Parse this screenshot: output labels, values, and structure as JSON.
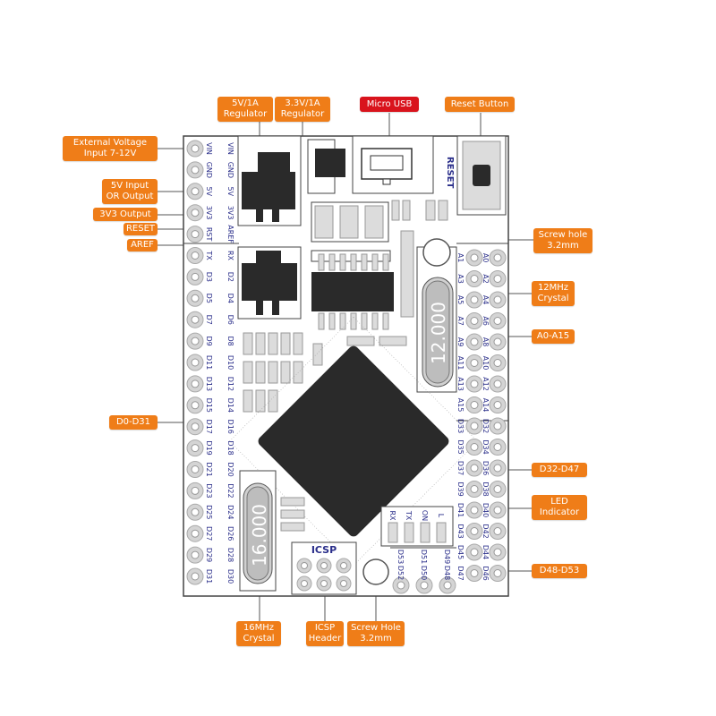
{
  "colors": {
    "callout": "#ef7d18",
    "callout_usb": "#d9131c",
    "board_outline": "#444444",
    "component": "#2a2a2a",
    "component_light": "#dcdcdc",
    "pin_label": "#2a2e8a",
    "hole": "#c8c8c8"
  },
  "callouts": {
    "reg5v": [
      "5V/1A",
      "Regulator"
    ],
    "reg33": [
      "3.3V/1A",
      "Regulator"
    ],
    "usb": [
      "Micro USB"
    ],
    "reset_btn": [
      "Reset Button"
    ],
    "ext_voltage": [
      "External Voltage",
      "Input 7-12V"
    ],
    "v5_input": [
      "5V Input",
      "OR Output"
    ],
    "v33_output": [
      "3V3 Output"
    ],
    "reset": [
      "RESET"
    ],
    "aref": [
      "AREF"
    ],
    "screw_hole_top": [
      "Screw hole",
      "3.2mm"
    ],
    "crystal12": [
      "12MHz",
      "Crystal"
    ],
    "a0_a15": [
      "A0-A15"
    ],
    "d0_d31": [
      "D0-D31"
    ],
    "d32_d47": [
      "D32-D47"
    ],
    "led": [
      "LED",
      "Indicator"
    ],
    "d48_d53": [
      "D48-D53"
    ],
    "crystal16": [
      "16MHz",
      "Crystal"
    ],
    "icsp_header": [
      "ICSP",
      "Header"
    ],
    "screw_hole_bottom": [
      "Screw Hole",
      "3.2mm"
    ]
  },
  "board": {
    "reset_text": "RESET",
    "icsp_text": "ICSP",
    "crystal_top_text": "12.000",
    "crystal_bottom_text": "16.000",
    "led_labels": [
      "RX",
      "TX",
      "ON",
      "L"
    ],
    "left_outer_labels": [
      "VIN",
      "GND",
      "5V",
      "3V3",
      "RST",
      "TX",
      "D3",
      "D5",
      "D7",
      "D9",
      "D11",
      "D13",
      "D15",
      "D17",
      "D19",
      "D21",
      "D23",
      "D25",
      "D27",
      "D29",
      "D31"
    ],
    "left_inner_labels": [
      "VIN",
      "GND",
      "5V",
      "3V3",
      "AREF",
      "RX",
      "D2",
      "D4",
      "D6",
      "D8",
      "D10",
      "D12",
      "D14",
      "D16",
      "D18",
      "D20",
      "D22",
      "D24",
      "D26",
      "D28",
      "D30"
    ],
    "right_inner_labels": [
      "A1",
      "A3",
      "A5",
      "A7",
      "A9",
      "A11",
      "A13",
      "A15",
      "D33",
      "D35",
      "D37",
      "D39",
      "D41",
      "D43",
      "D45",
      "D47"
    ],
    "right_outer_labels": [
      "A0",
      "A2",
      "A4",
      "A6",
      "A8",
      "A10",
      "A12",
      "A14",
      "D32",
      "D34",
      "D36",
      "D38",
      "D40",
      "D42",
      "D44",
      "D46"
    ],
    "bottom_upper_labels": [
      "D53",
      "D51",
      "D49"
    ],
    "bottom_lower_labels": [
      "D52",
      "D50",
      "D48"
    ]
  }
}
